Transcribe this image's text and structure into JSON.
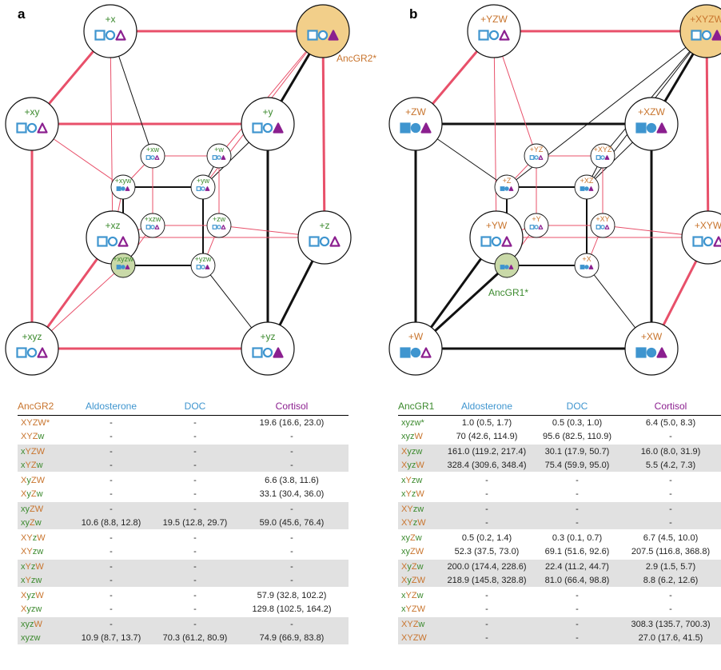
{
  "panel_a": {
    "letter": "a",
    "ancestor_label": "AncGR2*",
    "table": {
      "headers": [
        "AncGR2",
        "Aldosterone",
        "DOC",
        "Cortisol"
      ],
      "rows": [
        {
          "label": "XYZW*",
          "aldo": "-",
          "doc": "-",
          "cort": "19.6 (16.6, 23.0)",
          "shade": false
        },
        {
          "label": "XYZw",
          "aldo": "-",
          "doc": "-",
          "cort": "-",
          "shade": false
        },
        {
          "label": "xYZW",
          "aldo": "-",
          "doc": "-",
          "cort": "-",
          "shade": true
        },
        {
          "label": "xYZw",
          "aldo": "-",
          "doc": "-",
          "cort": "-",
          "shade": true
        },
        {
          "label": "XyZW",
          "aldo": "-",
          "doc": "-",
          "cort": "6.6 (3.8, 11.6)",
          "shade": false
        },
        {
          "label": "XyZw",
          "aldo": "-",
          "doc": "-",
          "cort": "33.1 (30.4, 36.0)",
          "shade": false
        },
        {
          "label": "xyZW",
          "aldo": "-",
          "doc": "-",
          "cort": "-",
          "shade": true
        },
        {
          "label": "xyZw",
          "aldo": "10.6 (8.8, 12.8)",
          "doc": "19.5 (12.8, 29.7)",
          "cort": "59.0 (45.6, 76.4)",
          "shade": true
        },
        {
          "label": "XYzW",
          "aldo": "-",
          "doc": "-",
          "cort": "-",
          "shade": false
        },
        {
          "label": "XYzw",
          "aldo": "-",
          "doc": "-",
          "cort": "-",
          "shade": false
        },
        {
          "label": "xYzW",
          "aldo": "-",
          "doc": "-",
          "cort": "-",
          "shade": true
        },
        {
          "label": "xYzw",
          "aldo": "-",
          "doc": "-",
          "cort": "-",
          "shade": true
        },
        {
          "label": "XyzW",
          "aldo": "-",
          "doc": "-",
          "cort": "57.9 (32.8, 102.2)",
          "shade": false
        },
        {
          "label": "Xyzw",
          "aldo": "-",
          "doc": "-",
          "cort": "129.8 (102.5, 164.2)",
          "shade": false
        },
        {
          "label": "xyzW",
          "aldo": "-",
          "doc": "-",
          "cort": "-",
          "shade": true
        },
        {
          "label": "xyzw",
          "aldo": "10.9 (8.7, 13.7)",
          "doc": "70.3 (61.2, 80.9)",
          "cort": "74.9 (66.9, 83.8)",
          "shade": true
        }
      ]
    },
    "nodes": [
      {
        "id": "x",
        "label": "+x",
        "sq": "open",
        "ci": "open",
        "tr": "open",
        "fill": "#ffffff",
        "lc": "#3c8a2e"
      },
      {
        "id": "xyzw_anc",
        "label": "",
        "sq": "open",
        "ci": "open",
        "tr": "filled",
        "fill": "#f2cf8a",
        "lc": "#c8742d"
      },
      {
        "id": "xy",
        "label": "+xy",
        "sq": "open",
        "ci": "open",
        "tr": "open",
        "fill": "#ffffff",
        "lc": "#3c8a2e"
      },
      {
        "id": "y",
        "label": "+y",
        "sq": "open",
        "ci": "open",
        "tr": "filled",
        "fill": "#ffffff",
        "lc": "#3c8a2e"
      },
      {
        "id": "xz",
        "label": "+xz",
        "sq": "open",
        "ci": "open",
        "tr": "open",
        "fill": "#ffffff",
        "lc": "#3c8a2e"
      },
      {
        "id": "z",
        "label": "+z",
        "sq": "open",
        "ci": "open",
        "tr": "open",
        "fill": "#ffffff",
        "lc": "#3c8a2e"
      },
      {
        "id": "xyz",
        "label": "+xyz",
        "sq": "open",
        "ci": "open",
        "tr": "open",
        "fill": "#ffffff",
        "lc": "#3c8a2e"
      },
      {
        "id": "yz",
        "label": "+yz",
        "sq": "open",
        "ci": "open",
        "tr": "filled",
        "fill": "#ffffff",
        "lc": "#3c8a2e"
      },
      {
        "id": "xw",
        "label": "+xw",
        "sq": "open",
        "ci": "open",
        "tr": "open",
        "fill": "#ffffff",
        "lc": "#3c8a2e"
      },
      {
        "id": "w",
        "label": "+w",
        "sq": "open",
        "ci": "open",
        "tr": "filled",
        "fill": "#ffffff",
        "lc": "#3c8a2e"
      },
      {
        "id": "xyw",
        "label": "+xyw",
        "sq": "filled",
        "ci": "filled",
        "tr": "filled",
        "fill": "#ffffff",
        "lc": "#3c8a2e"
      },
      {
        "id": "yw",
        "label": "+yw",
        "sq": "open",
        "ci": "open",
        "tr": "filled",
        "fill": "#ffffff",
        "lc": "#3c8a2e"
      },
      {
        "id": "xzw",
        "label": "+xzw",
        "sq": "open",
        "ci": "open",
        "tr": "open",
        "fill": "#ffffff",
        "lc": "#3c8a2e"
      },
      {
        "id": "zw",
        "label": "+zw",
        "sq": "open",
        "ci": "open",
        "tr": "open",
        "fill": "#ffffff",
        "lc": "#3c8a2e"
      },
      {
        "id": "xyzw",
        "label": "+xyzw",
        "sq": "filled",
        "ci": "filled",
        "tr": "filled",
        "fill": "#c9d9a8",
        "lc": "#3c8a2e"
      },
      {
        "id": "yzw",
        "label": "+yzw",
        "sq": "open",
        "ci": "open",
        "tr": "filled",
        "fill": "#ffffff",
        "lc": "#3c8a2e"
      }
    ]
  },
  "panel_b": {
    "letter": "b",
    "ancestor_label": "AncGR1*",
    "table": {
      "headers": [
        "AncGR1",
        "Aldosterone",
        "DOC",
        "Cortisol"
      ],
      "rows": [
        {
          "label": "xyzw*",
          "aldo": "1.0 (0.5, 1.7)",
          "doc": "0.5 (0.3, 1.0)",
          "cort": "6.4 (5.0, 8.3)",
          "shade": false
        },
        {
          "label": "xyzW",
          "aldo": "70 (42.6, 114.9)",
          "doc": "95.6 (82.5, 110.9)",
          "cort": "-",
          "shade": false
        },
        {
          "label": "Xyzw",
          "aldo": "161.0 (119.2, 217.4)",
          "doc": "30.1 (17.9, 50.7)",
          "cort": "16.0 (8.0, 31.9)",
          "shade": true
        },
        {
          "label": "XyzW",
          "aldo": "328.4 (309.6, 348.4)",
          "doc": "75.4 (59.9, 95.0)",
          "cort": "5.5 (4.2, 7.3)",
          "shade": true
        },
        {
          "label": "xYzw",
          "aldo": "-",
          "doc": "-",
          "cort": "-",
          "shade": false
        },
        {
          "label": "xYzW",
          "aldo": "-",
          "doc": "-",
          "cort": "-",
          "shade": false
        },
        {
          "label": "XYzw",
          "aldo": "-",
          "doc": "-",
          "cort": "-",
          "shade": true
        },
        {
          "label": "XYzW",
          "aldo": "-",
          "doc": "-",
          "cort": "-",
          "shade": true
        },
        {
          "label": "xyZw",
          "aldo": "0.5 (0.2, 1.4)",
          "doc": "0.3 (0.1, 0.7)",
          "cort": "6.7 (4.5, 10.0)",
          "shade": false
        },
        {
          "label": "xyZW",
          "aldo": "52.3 (37.5, 73.0)",
          "doc": "69.1 (51.6, 92.6)",
          "cort": "207.5 (116.8, 368.8)",
          "shade": false
        },
        {
          "label": "XyZw",
          "aldo": "200.0 (174.4, 228.6)",
          "doc": "22.4 (11.2, 44.7)",
          "cort": "2.9 (1.5, 5.7)",
          "shade": true
        },
        {
          "label": "XyZW",
          "aldo": "218.9 (145.8, 328.8)",
          "doc": "81.0 (66.4, 98.8)",
          "cort": "8.8 (6.2, 12.6)",
          "shade": true
        },
        {
          "label": "xYZw",
          "aldo": "-",
          "doc": "-",
          "cort": "-",
          "shade": false
        },
        {
          "label": "xYZW",
          "aldo": "-",
          "doc": "-",
          "cort": "-",
          "shade": false
        },
        {
          "label": "XYZw",
          "aldo": "-",
          "doc": "-",
          "cort": "308.3 (135.7, 700.3)",
          "shade": true
        },
        {
          "label": "XYZW",
          "aldo": "-",
          "doc": "-",
          "cort": "27.0 (17.6, 41.5)",
          "shade": true
        }
      ]
    },
    "nodes": [
      {
        "id": "YZW",
        "label": "+YZW",
        "sq": "open",
        "ci": "open",
        "tr": "open",
        "fill": "#ffffff",
        "lc": "#c8742d"
      },
      {
        "id": "XYZW",
        "label": "+XYZW",
        "sq": "open",
        "ci": "open",
        "tr": "filled",
        "fill": "#f2cf8a",
        "lc": "#c8742d"
      },
      {
        "id": "ZW",
        "label": "+ZW",
        "sq": "filled",
        "ci": "filled",
        "tr": "filled",
        "fill": "#ffffff",
        "lc": "#c8742d"
      },
      {
        "id": "XZW",
        "label": "+XZW",
        "sq": "filled",
        "ci": "filled",
        "tr": "filled",
        "fill": "#ffffff",
        "lc": "#c8742d"
      },
      {
        "id": "YW",
        "label": "+YW",
        "sq": "open",
        "ci": "open",
        "tr": "open",
        "fill": "#ffffff",
        "lc": "#c8742d"
      },
      {
        "id": "XYW",
        "label": "+XYW",
        "sq": "open",
        "ci": "open",
        "tr": "open",
        "fill": "#ffffff",
        "lc": "#c8742d"
      },
      {
        "id": "W",
        "label": "+W",
        "sq": "filled",
        "ci": "filled",
        "tr": "open",
        "fill": "#ffffff",
        "lc": "#c8742d"
      },
      {
        "id": "XW",
        "label": "+XW",
        "sq": "filled",
        "ci": "filled",
        "tr": "filled",
        "fill": "#ffffff",
        "lc": "#c8742d"
      },
      {
        "id": "YZ",
        "label": "+YZ",
        "sq": "open",
        "ci": "open",
        "tr": "open",
        "fill": "#ffffff",
        "lc": "#c8742d"
      },
      {
        "id": "XYZ",
        "label": "+XYZ",
        "sq": "open",
        "ci": "open",
        "tr": "filled",
        "fill": "#ffffff",
        "lc": "#c8742d"
      },
      {
        "id": "Z",
        "label": "+Z",
        "sq": "filled",
        "ci": "filled",
        "tr": "filled",
        "fill": "#ffffff",
        "lc": "#c8742d"
      },
      {
        "id": "XZ",
        "label": "+XZ",
        "sq": "filled",
        "ci": "filled",
        "tr": "filled",
        "fill": "#ffffff",
        "lc": "#c8742d"
      },
      {
        "id": "Y",
        "label": "+Y",
        "sq": "open",
        "ci": "open",
        "tr": "open",
        "fill": "#ffffff",
        "lc": "#c8742d"
      },
      {
        "id": "XY",
        "label": "+XY",
        "sq": "open",
        "ci": "open",
        "tr": "open",
        "fill": "#ffffff",
        "lc": "#c8742d"
      },
      {
        "id": "anc",
        "label": "",
        "sq": "filled",
        "ci": "filled",
        "tr": "filled",
        "fill": "#c9d9a8",
        "lc": "#3c8a2e"
      },
      {
        "id": "X",
        "label": "+X",
        "sq": "filled",
        "ci": "filled",
        "tr": "filled",
        "fill": "#ffffff",
        "lc": "#c8742d"
      }
    ]
  },
  "colors": {
    "red_edge": "#e8506a",
    "black_edge": "#111111",
    "blue": "#3f95cf",
    "purple": "#8b1f8f",
    "orange": "#c8742d",
    "green": "#3c8a2e",
    "ancestor_a_fill": "#f2cf8a",
    "ancestor_b_fill": "#c9d9a8"
  }
}
